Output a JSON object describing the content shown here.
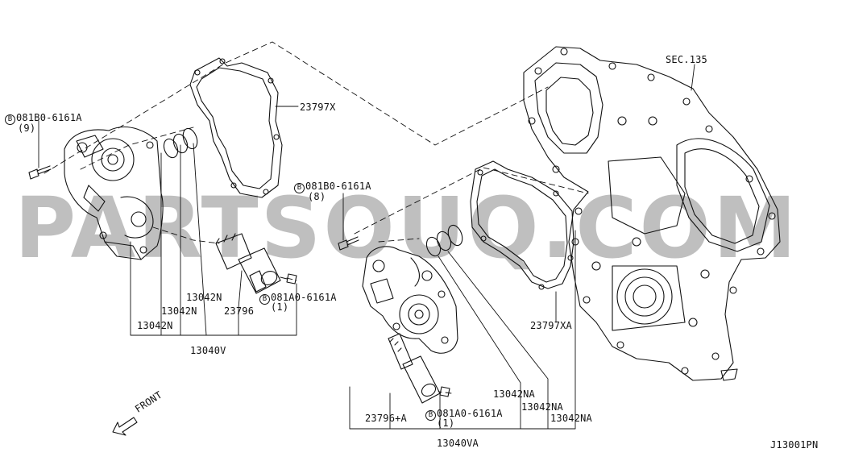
{
  "watermark": "PARTSOUQ.COM",
  "diagram_code": "J13001PN",
  "bolt_symbol": "B",
  "labels": {
    "sec": "SEC.135",
    "gasket_x": "23797X",
    "gasket_xa": "23797XA",
    "bolt_9_part": "081B0-6161A",
    "bolt_9_qty": "(9)",
    "bolt_8_part": "081B0-6161A",
    "bolt_8_qty": "(8)",
    "oring_n_1": "13042N",
    "oring_n_2": "13042N",
    "oring_n_3": "13042N",
    "valve_left": "23796",
    "bolt_1_left_part": "081A0-6161A",
    "bolt_1_left_qty": "(1)",
    "assy_left": "13040V",
    "oring_na_1": "13042NA",
    "oring_na_2": "13042NA",
    "oring_na_3": "13042NA",
    "valve_right": "23796+A",
    "bolt_1_right_part": "081A0-6161A",
    "bolt_1_right_qty": "(1)",
    "assy_right": "13040VA",
    "front": "FRONT"
  }
}
